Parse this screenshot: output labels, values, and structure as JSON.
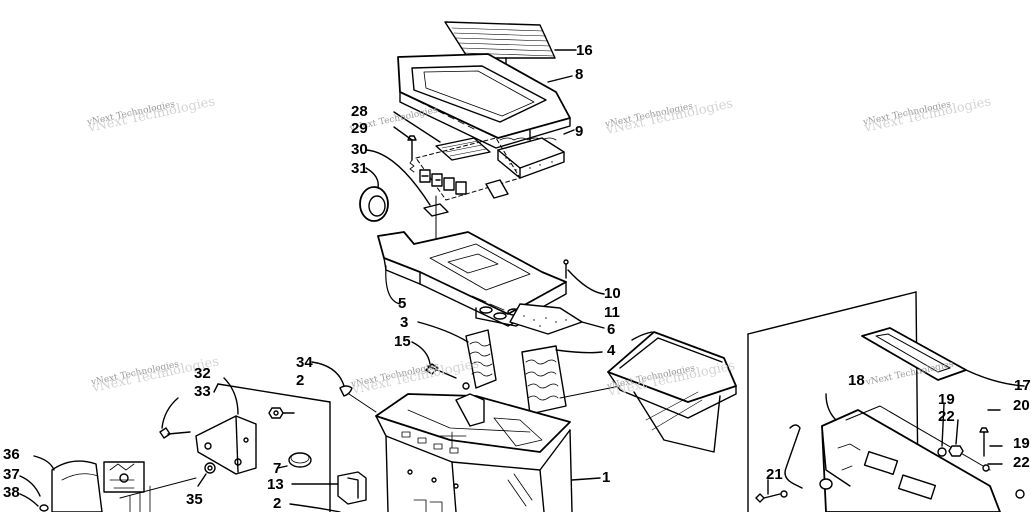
{
  "watermark": {
    "text": "vNext Technologies"
  },
  "callouts": {
    "c1": "1",
    "c2a": "2",
    "c2b": "2",
    "c3": "3",
    "c4": "4",
    "c5": "5",
    "c6": "6",
    "c7": "7",
    "c8": "8",
    "c9": "9",
    "c10": "10",
    "c11": "11",
    "c13": "13",
    "c15": "15",
    "c16": "16",
    "c17": "17",
    "c18": "18",
    "c19a": "19",
    "c19b": "19",
    "c20": "20",
    "c21": "21",
    "c22a": "22",
    "c22b": "22",
    "c28": "28",
    "c29": "29",
    "c30": "30",
    "c31": "31",
    "c32": "32",
    "c33": "33",
    "c34": "34",
    "c35": "35",
    "c36": "36",
    "c37": "37",
    "c38": "38"
  },
  "colors": {
    "ink": "#000000",
    "paper": "#ffffff",
    "watermark": "#9a9a9a"
  }
}
